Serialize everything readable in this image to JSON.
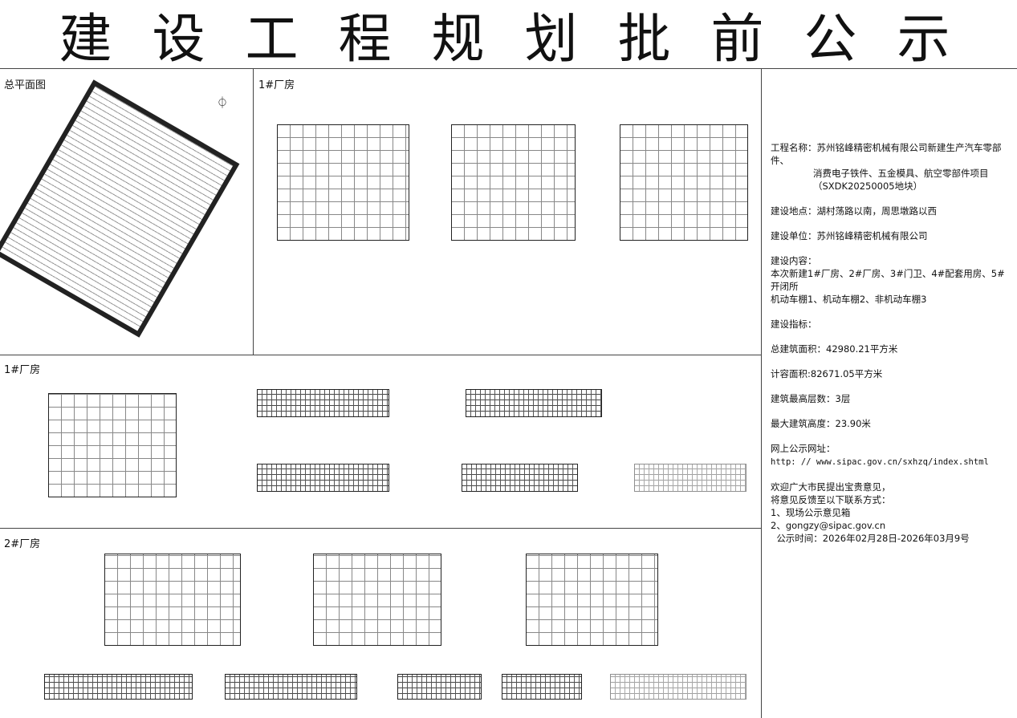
{
  "title": "建设工程规划批前公示",
  "panels": {
    "site": "总平面图",
    "p1_top": "1#厂房",
    "p1_mid": "1#厂房",
    "p2": "2#厂房"
  },
  "info": {
    "name_label": "工程名称：",
    "name_l1": "苏州铭峰精密机械有限公司新建生产汽车零部件、",
    "name_l2": "消费电子铁件、五金模具、航空零部件项目",
    "name_l3": "（SXDK20250005地块）",
    "location": "建设地点：湖村荡路以南，周思墩路以西",
    "unit": "建设单位：苏州铭峰精密机械有限公司",
    "content_label": "建设内容：",
    "content_l1": "本次新建1#厂房、2#厂房、3#门卫、4#配套用房、5#开闭所",
    "content_l2": "机动车棚1、机动车棚2、非机动车棚3",
    "indicators": "建设指标：",
    "total_area": "总建筑面积：42980.21平方米",
    "far_area": "计容面积:82671.05平方米",
    "floors": "建筑最高层数：3层",
    "height": "最大建筑高度：23.90米",
    "web_label": "网上公示网址：",
    "web_url": "http: // www.sipac.gov.cn/sxhzq/index.shtml",
    "welcome_l1": "欢迎广大市民提出宝贵意见，",
    "welcome_l2": "将意见反馈至以下联系方式：",
    "contact1": "1、现场公示意见箱",
    "contact2": "2、gongzy@sipac.gov.cn",
    "period": "公示时间：2026年02月28日-2026年03月9号"
  }
}
